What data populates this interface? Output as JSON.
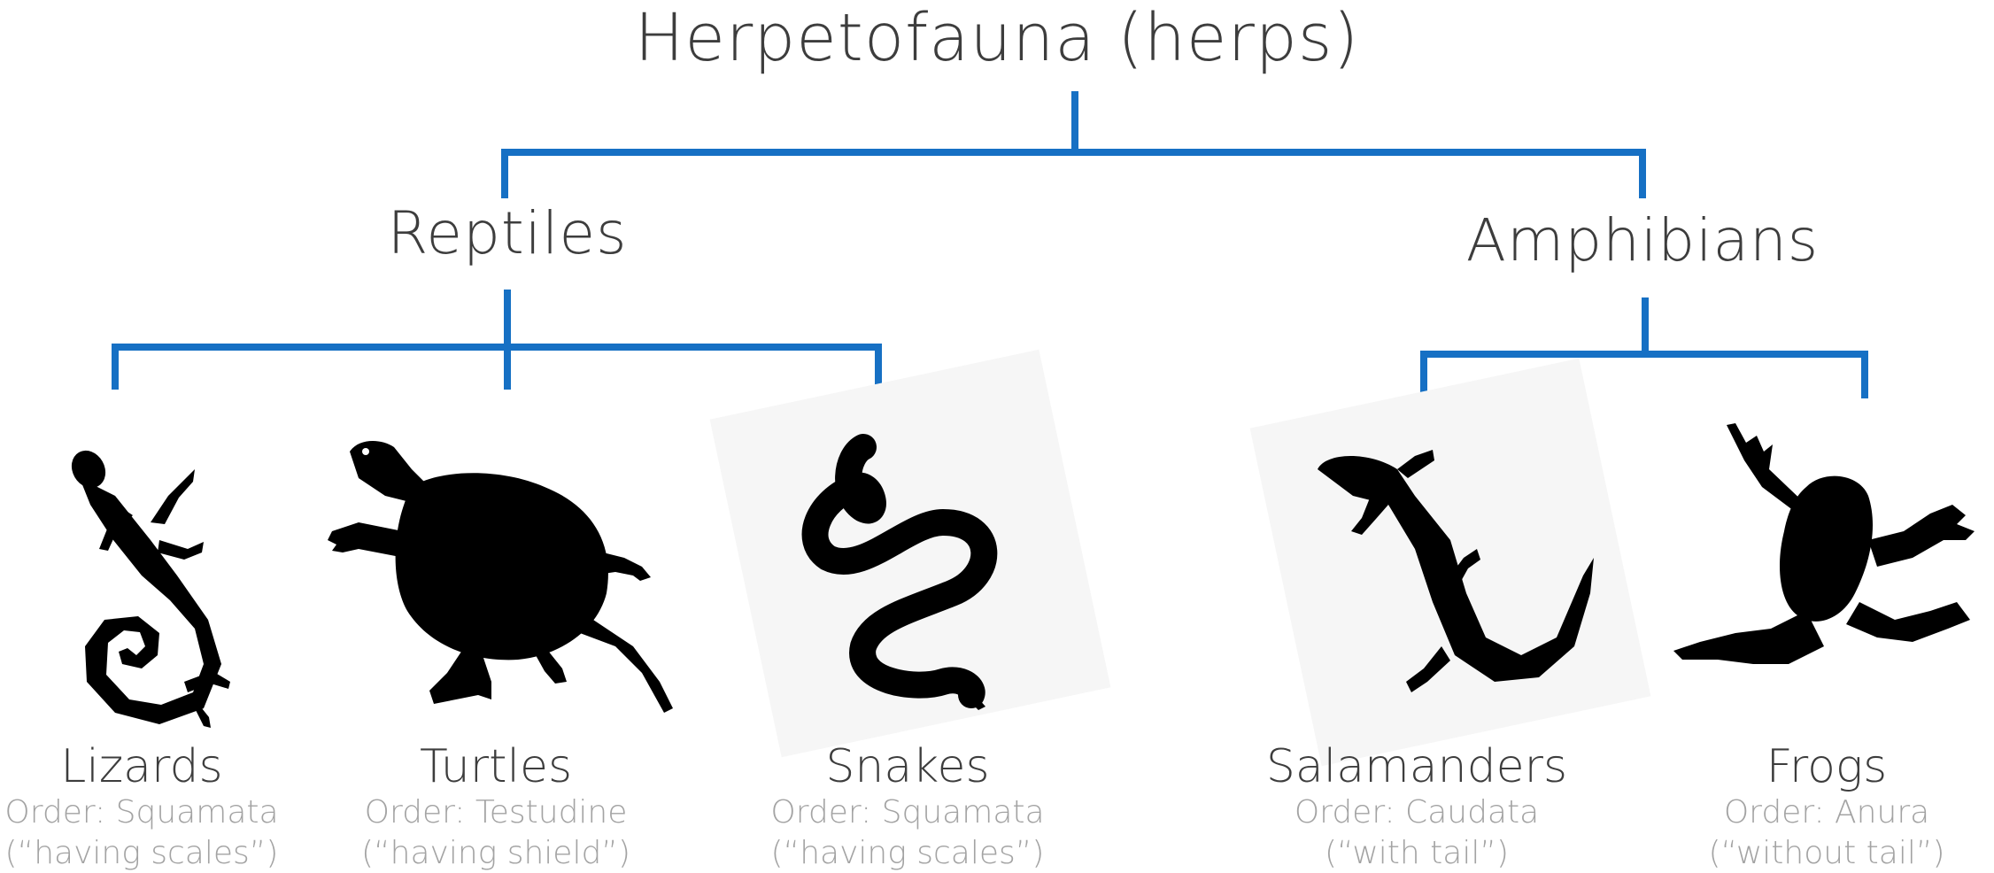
{
  "root": {
    "label": "Herpetofauna (herps)"
  },
  "groups": {
    "reptiles": {
      "label": "Reptiles"
    },
    "amphibians": {
      "label": "Amphibians"
    }
  },
  "taxa": [
    {
      "name": "Lizards",
      "order": "Order: Squamata",
      "meaning": "(“having scales”)",
      "icon": "lizard-icon"
    },
    {
      "name": "Turtles",
      "order": "Order: Testudine",
      "meaning": "(“having shield”)",
      "icon": "turtle-icon"
    },
    {
      "name": "Snakes",
      "order": "Order: Squamata",
      "meaning": "(“having scales”)",
      "icon": "snake-icon"
    },
    {
      "name": "Salamanders",
      "order": "Order: Caudata",
      "meaning": "(“with tail”)",
      "icon": "salamander-icon"
    },
    {
      "name": "Frogs",
      "order": "Order: Anura",
      "meaning": "(“without tail”)",
      "icon": "frog-icon"
    }
  ],
  "colors": {
    "connector": "#1670c4",
    "title_text": "#3d3d3d",
    "subtitle_text": "#a3a3a3",
    "silhouette": "#000000"
  }
}
